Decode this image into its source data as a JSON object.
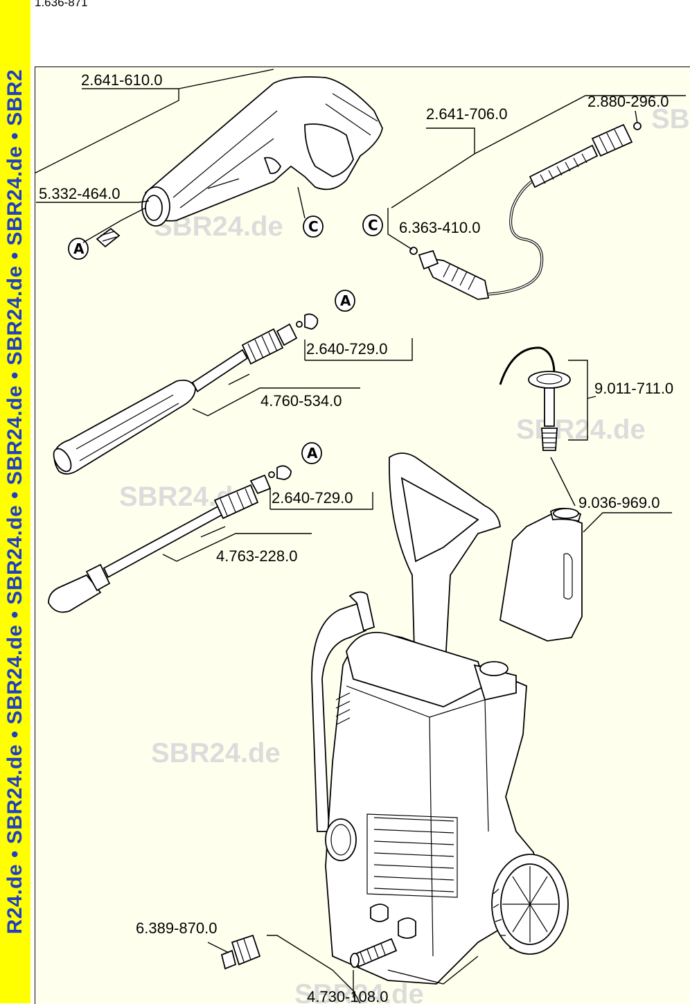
{
  "side_band": {
    "text": "R24.de • SBR24.de • SBR24.de • SBR24.de • SBR24.de • SBR24.de • SBR24.de • SBR2",
    "background": "#ffff00",
    "text_color": "#1f3fc4"
  },
  "document": {
    "number": "1.636-871"
  },
  "watermark": "SBR24.de",
  "part_labels": {
    "trigger_gun": "2.641-610.0",
    "hose": "2.641-706.0",
    "hose_seal": "2.880-296.0",
    "gun_insert": "5.332-464.0",
    "hose_oring": "6.363-410.0",
    "adapter_1": "2.640-729.0",
    "vario_lance": "4.760-534.0",
    "detergent_suction": "9.011-711.0",
    "adapter_2": "2.640-729.0",
    "detergent_tank": "9.036-969.0",
    "dirt_blaster_lance": "4.763-228.0",
    "water_coupling": "6.389-870.0",
    "water_filter": "4.730-108.0"
  },
  "connection_marks": {
    "gun_a": "A",
    "gun_c": "C",
    "hose_c": "C",
    "lance1_a": "A",
    "lance2_a": "A"
  }
}
